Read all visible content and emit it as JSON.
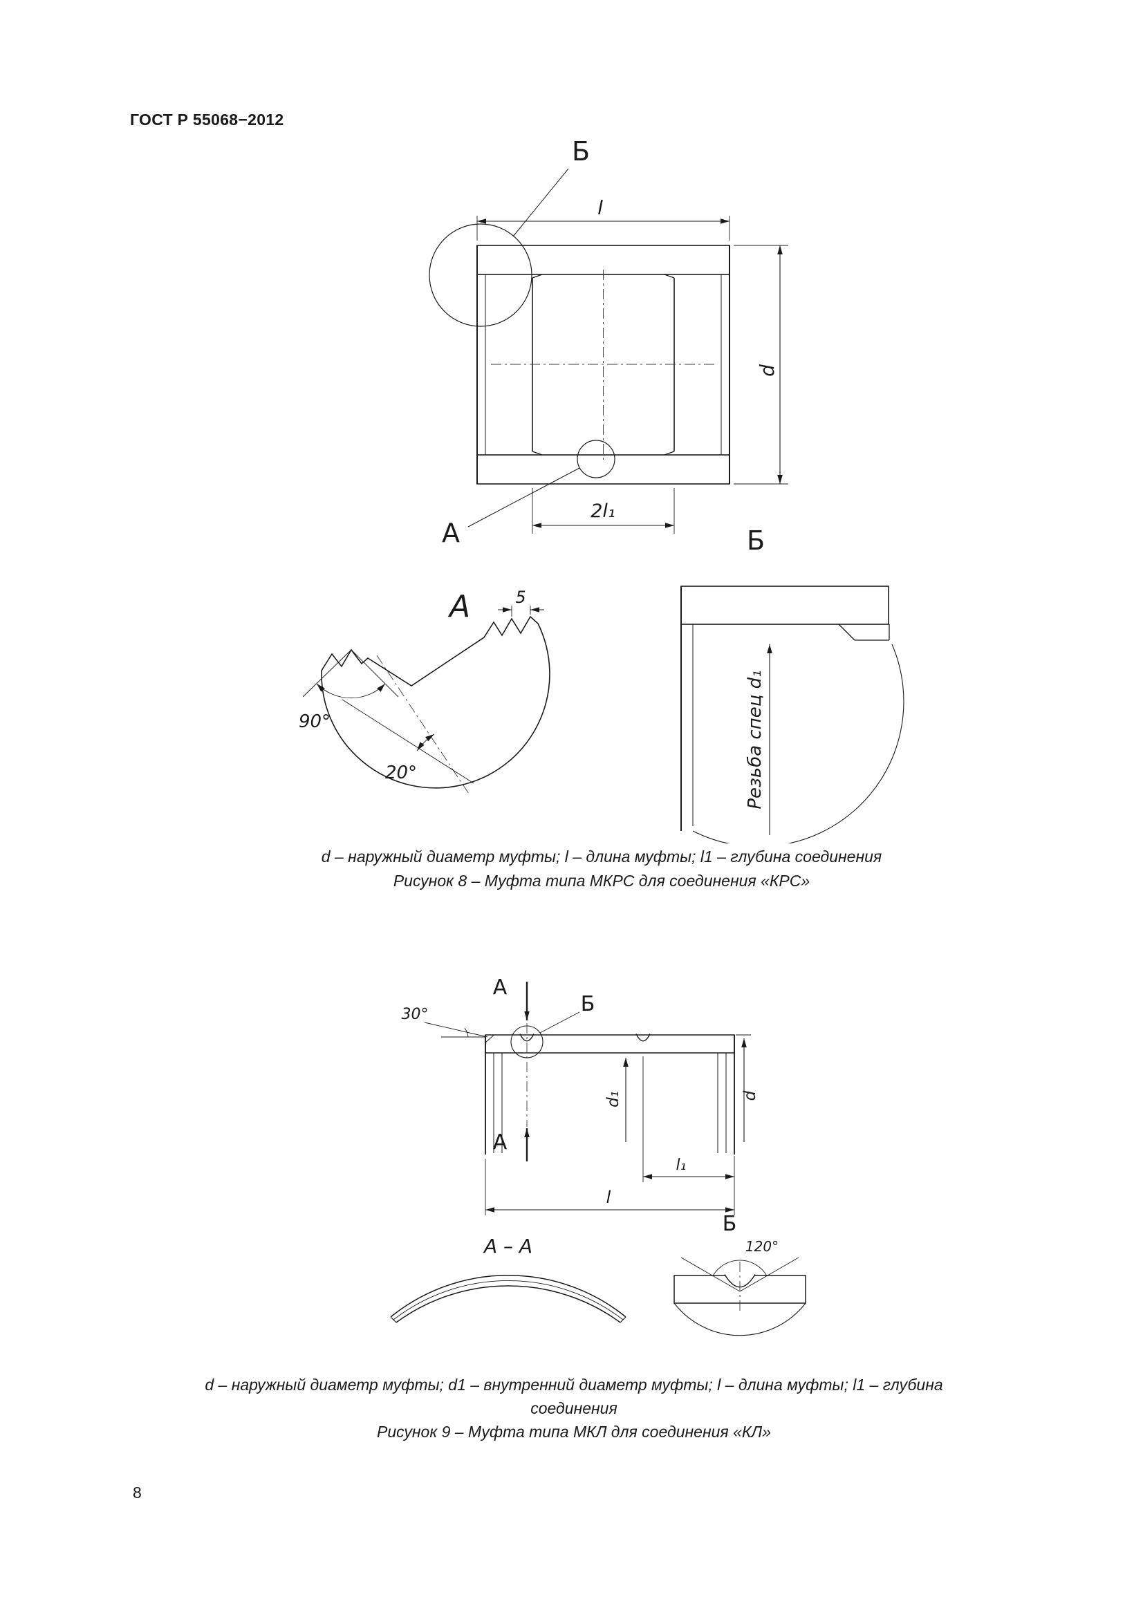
{
  "document": {
    "header": "ГОСТ Р 55068−2012",
    "page_number": "8"
  },
  "figure8": {
    "caption": {
      "line1": "d – наружный диаметр муфты; l – длина муфты; l1 – глубина соединения",
      "line2": "Рисунок 8 – Муфта типа МКРС для соединения «КРС»"
    },
    "labels": {
      "view_b": "Б",
      "view_a": "А",
      "detail_a_title": "А",
      "detail_b_title": "Б",
      "dim_l": "l",
      "dim_d": "d",
      "dim_2l1": "2l₁",
      "dim_5": "5",
      "angle_90": "90°",
      "angle_20": "20°",
      "thread_note": "Резьба спец d₁"
    }
  },
  "figure9": {
    "caption": {
      "line1": "d – наружный диаметр муфты; d1 – внутренний диаметр муфты; l – длина муфты; l1 – глубина",
      "line2": "соединения",
      "line3": "Рисунок 9 – Муфта типа МКЛ для соединения «КЛ»"
    },
    "labels": {
      "section_a_top": "А",
      "section_a_bottom": "А",
      "view_b": "Б",
      "angle_30": "30°",
      "dim_d1": "d₁",
      "dim_d": "d",
      "dim_l1": "l₁",
      "dim_l": "l",
      "section_aa_title": "А – А",
      "detail_b_title": "Б",
      "angle_120": "120°"
    }
  },
  "colors": {
    "ink": "#1a1a1a"
  }
}
